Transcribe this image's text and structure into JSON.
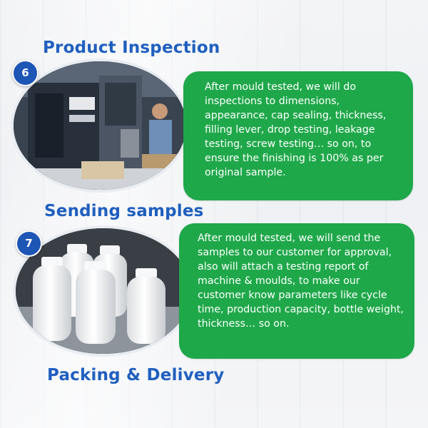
{
  "sections": [
    {
      "number": "6",
      "title": "Product Inspection",
      "text": "After mould tested, we will do inspections to dimensions, appearance, cap sealing, thickness, filling lever, drop testing, leakage testing, screw testing… so on, to ensure the finishing is 100% as per original sample.",
      "photo_icon": "factory-machine-photo"
    },
    {
      "number": "7",
      "title": "Sending samples",
      "text": "After mould tested, we will send the samples to our customer for approval, also will attach a testing report of machine & moulds, to make our customer know parameters like cycle time, production capacity, bottle weight, thickness… so on.",
      "photo_icon": "white-bottles-photo"
    },
    {
      "title": "Packing & Delivery"
    }
  ],
  "colors": {
    "title_blue": "#1f5fbf",
    "badge_blue": "#1d56b5",
    "card_green": "#1fa84a"
  }
}
